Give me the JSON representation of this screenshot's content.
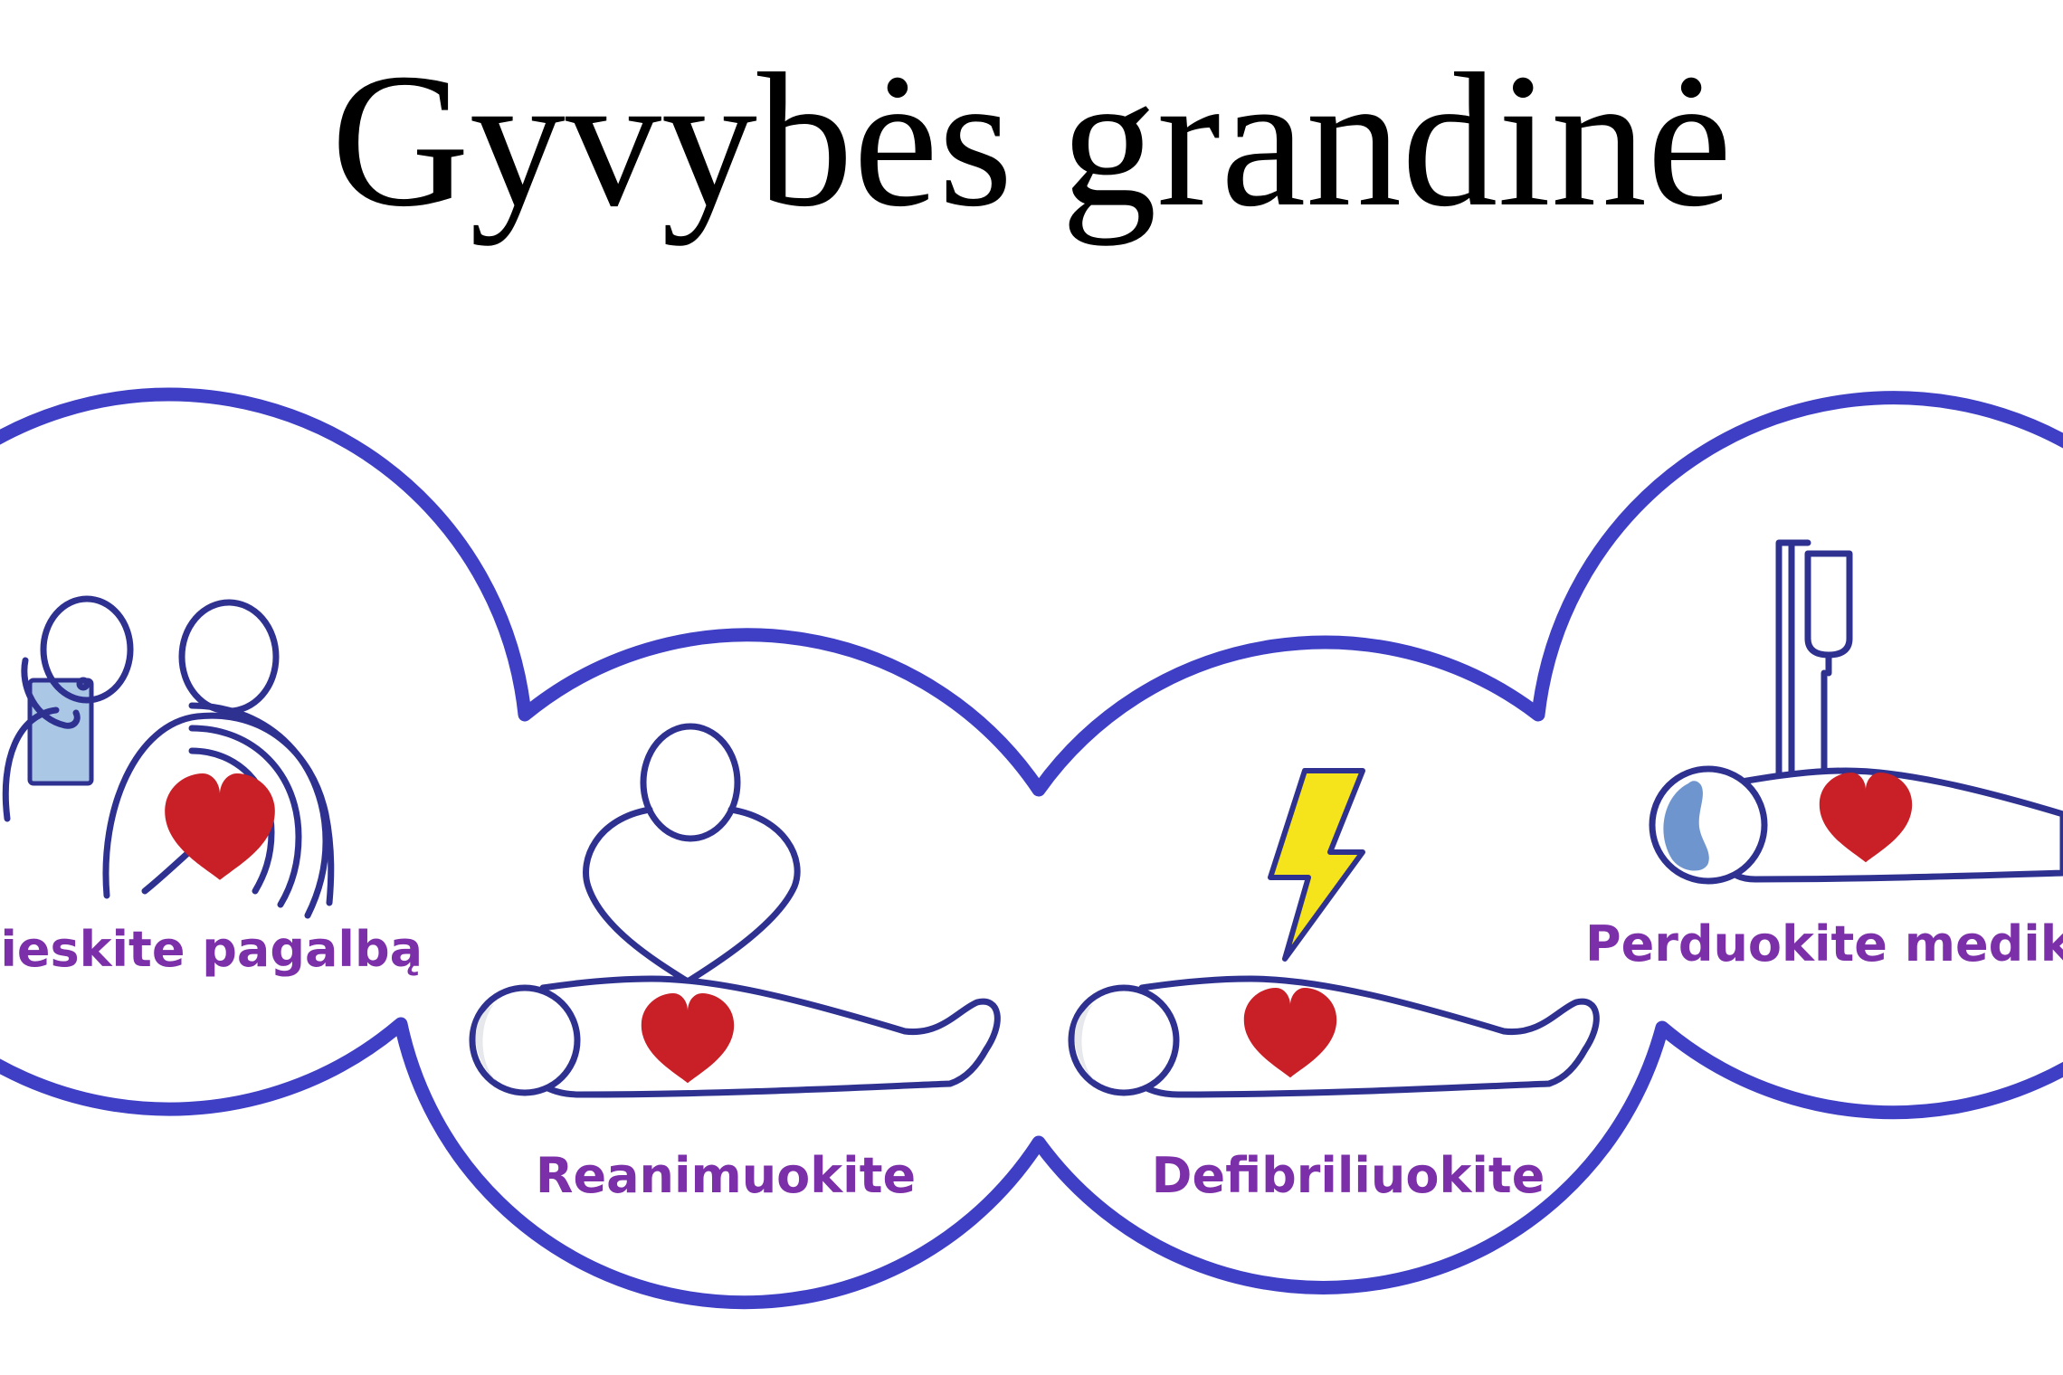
{
  "title": "Gyvybės grandinė",
  "colors": {
    "chain": "#3f3fc6",
    "line_art": "#2e3190",
    "label": "#7b2fa8",
    "heart": "#c91f27",
    "bolt": "#f5e31c",
    "phone": "#aac7e6",
    "head_shade": "#e6e8ec",
    "head_shade_blue": "#6f95cf"
  },
  "steps": [
    {
      "label": "Iškvieskite pagalbą",
      "icon": "call-help-icon"
    },
    {
      "label": "Reanimuokite",
      "icon": "cpr-icon"
    },
    {
      "label": "Defibriliuokite",
      "icon": "defibrillation-icon"
    },
    {
      "label": "Perduokite medikams",
      "icon": "hospital-handover-icon"
    }
  ]
}
